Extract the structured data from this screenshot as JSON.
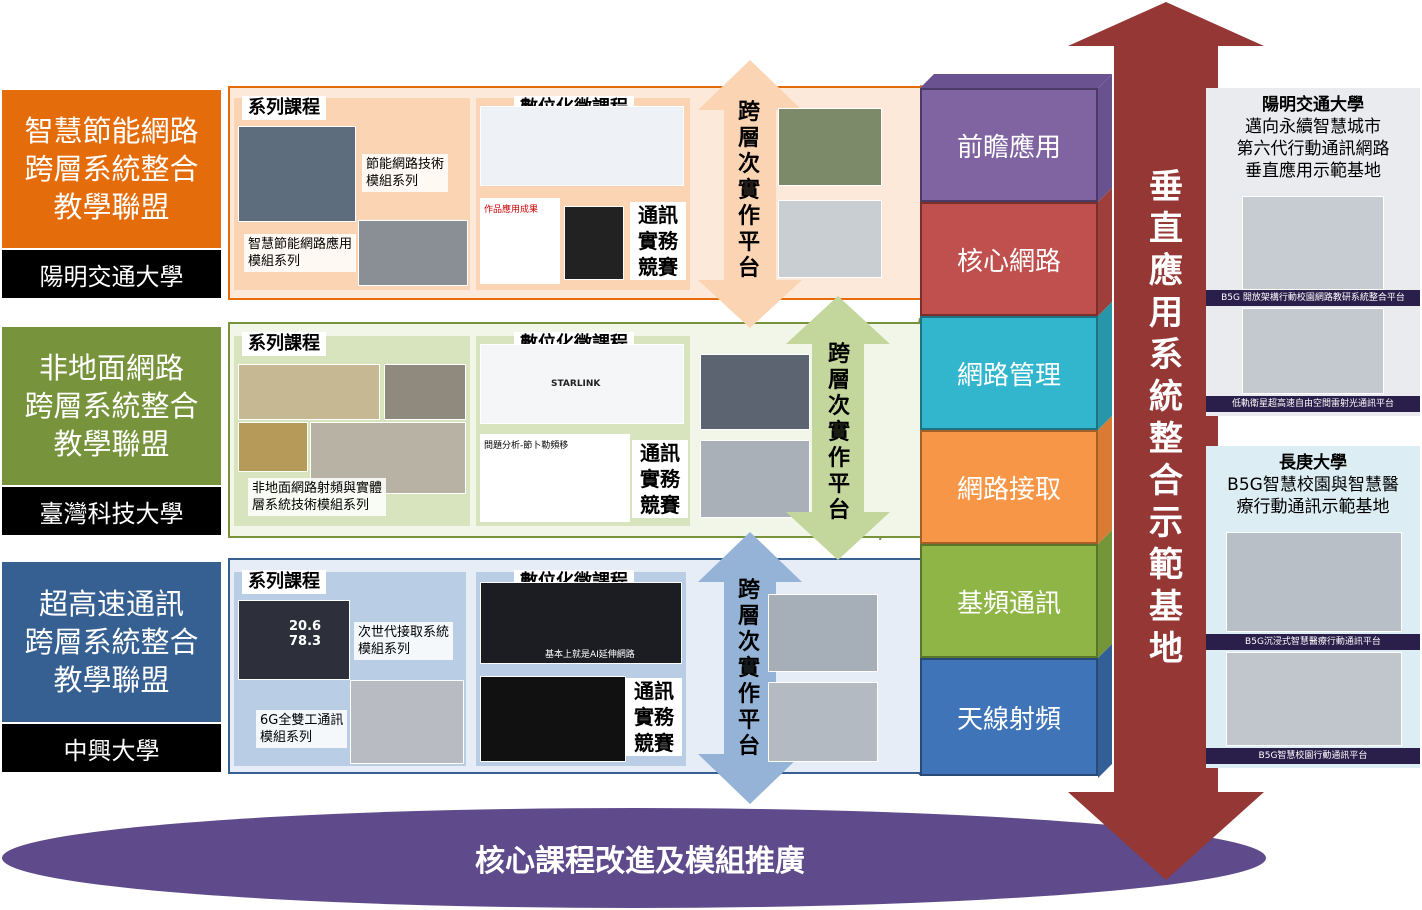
{
  "alliances": [
    {
      "title_lines": [
        "智慧節能網路",
        "跨層系統整合",
        "教學聯盟"
      ],
      "university": "陽明交通大學",
      "color": "#e46c0a",
      "band_color": "#fbd4b4",
      "border": "#e46c0a"
    },
    {
      "title_lines": [
        "非地面網路",
        "跨層系統整合",
        "教學聯盟"
      ],
      "university": "臺灣科技大學",
      "color": "#77933c",
      "band_color": "#ebf1de",
      "border": "#77933c"
    },
    {
      "title_lines": [
        "超高速通訊",
        "跨層系統整合",
        "教學聯盟"
      ],
      "university": "中興大學",
      "color": "#366092",
      "band_color": "#dce6f2",
      "border": "#366092"
    }
  ],
  "panels": {
    "series_label": "系列課程",
    "micro_label": "數位化微課程",
    "compete_lines": [
      "通訊",
      "實務",
      "競賽"
    ],
    "platform_chars": [
      "跨",
      "層",
      "次",
      "實",
      "作",
      "平",
      "台"
    ]
  },
  "row1": {
    "caption_a_lines": [
      "節能網路技術",
      "模組系列"
    ],
    "caption_b_lines": [
      "智慧節能網路應用",
      "模組系列"
    ],
    "micro_small_title": "作品應用成果"
  },
  "row2": {
    "caption_a_lines": [
      "非地面網路射頻與實體",
      "層系統技術模組系列"
    ],
    "micro_small_title": "問題分析-節卜勒頻移",
    "starlink": "STARLINK"
  },
  "row3": {
    "caption_a_lines": [
      "次世代接取系統",
      "模組系列"
    ],
    "caption_b_lines": [
      "6G全雙工通訊",
      "模組系列"
    ],
    "screen_value": "20.6 78.3",
    "micro_footer": "基本上就是AI延伸網路"
  },
  "layers": [
    {
      "label": "前瞻應用",
      "color": "#8064a2"
    },
    {
      "label": "核心網路",
      "color": "#c0504d"
    },
    {
      "label": "網路管理",
      "color": "#31b6ce"
    },
    {
      "label": "網路接取",
      "color": "#f79646"
    },
    {
      "label": "基頻通訊",
      "color": "#8fb547"
    },
    {
      "label": "天線射頻",
      "color": "#3f74b8"
    }
  ],
  "vertical_arrow": {
    "chars": [
      "垂",
      "直",
      "應",
      "用",
      "系",
      "統",
      "整",
      "合",
      "示",
      "範",
      "基",
      "地"
    ],
    "color": "#953735"
  },
  "base": {
    "label": "核心課程改進及模組推廣",
    "color": "#5f4b8b"
  },
  "sites": [
    {
      "head_lines": [
        "陽明交通大學",
        "邁向永續智慧城市",
        "第六代行動通訊網路",
        "垂直應用示範基地"
      ],
      "captions": [
        "B5G 開放架構行動校園網路教研系統整合平台",
        "低軌衛星超高速自由空間雷射光通訊平台"
      ]
    },
    {
      "head_lines": [
        "長庚大學",
        "B5G智慧校園與智慧醫",
        "療行動通訊示範基地"
      ],
      "captions": [
        "B5G沉浸式智慧醫療行動通訊平台",
        "B5G智慧校園行動通訊平台"
      ]
    }
  ]
}
